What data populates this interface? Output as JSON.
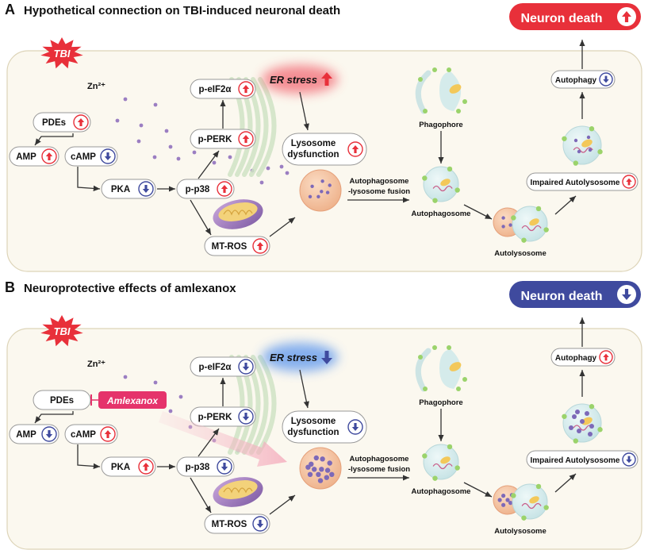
{
  "panels": [
    {
      "letter": "A",
      "title": "Hypothetical connection on TBI-induced neuronal death",
      "outcome": "Neuron death",
      "outcome_dir": "up",
      "tbi": "TBI",
      "zn": "Zn²⁺",
      "inhibitor": "",
      "er_stress": "ER stress",
      "er_dir": "up",
      "nodes": {
        "pdes": {
          "label": "PDEs",
          "dir": "up"
        },
        "amp": {
          "label": "AMP",
          "dir": "up"
        },
        "camp": {
          "label": "cAMP",
          "dir": "down"
        },
        "pka": {
          "label": "PKA",
          "dir": "down"
        },
        "pp38": {
          "label": "p-p38",
          "dir": "up"
        },
        "pperk": {
          "label": "p-PERK",
          "dir": "up"
        },
        "peif2a": {
          "label": "p-eIF2α",
          "dir": "up"
        },
        "mtros": {
          "label": "MT-ROS",
          "dir": "up"
        },
        "lysosome": {
          "label1": "Lysosome",
          "label2": "dysfunction",
          "dir": "up"
        },
        "autophagy": {
          "label": "Autophagy",
          "dir": "down"
        },
        "impaired": {
          "label": "Impaired Autolysosome",
          "dir": "up"
        }
      },
      "labels": {
        "phagophore": "Phagophore",
        "fusion1": "Autophagosome",
        "fusion2": "-lysosome fusion",
        "autophagosome": "Autophagosome",
        "autolysosome": "Autolysosome"
      }
    },
    {
      "letter": "B",
      "title": "Neuroprotective effects of amlexanox",
      "outcome": "Neuron death",
      "outcome_dir": "down",
      "tbi": "TBI",
      "zn": "Zn²⁺",
      "inhibitor": "Amlexanox",
      "er_stress": "ER stress",
      "er_dir": "down",
      "nodes": {
        "pdes": {
          "label": "PDEs",
          "dir": ""
        },
        "amp": {
          "label": "AMP",
          "dir": "down"
        },
        "camp": {
          "label": "cAMP",
          "dir": "up"
        },
        "pka": {
          "label": "PKA",
          "dir": "up"
        },
        "pp38": {
          "label": "p-p38",
          "dir": "down"
        },
        "pperk": {
          "label": "p-PERK",
          "dir": "down"
        },
        "peif2a": {
          "label": "p-eIF2α",
          "dir": "down"
        },
        "mtros": {
          "label": "MT-ROS",
          "dir": "down"
        },
        "lysosome": {
          "label1": "Lysosome",
          "label2": "dysfunction",
          "dir": "down"
        },
        "autophagy": {
          "label": "Autophagy",
          "dir": "up"
        },
        "impaired": {
          "label": "Impaired Autolysosome",
          "dir": "down"
        }
      },
      "labels": {
        "phagophore": "Phagophore",
        "fusion1": "Autophagosome",
        "fusion2": "-lysosome fusion",
        "autophagosome": "Autophagosome",
        "autolysosome": "Autolysosome"
      }
    }
  ],
  "colors": {
    "up": "#e8303a",
    "down": "#3f4a9e",
    "panel_bg": "#fbf8ef",
    "panel_border": "#ddd4b8",
    "dot": "#9b7ec2",
    "amlexanox": "#e5336b",
    "tbi": "#e8303a"
  }
}
